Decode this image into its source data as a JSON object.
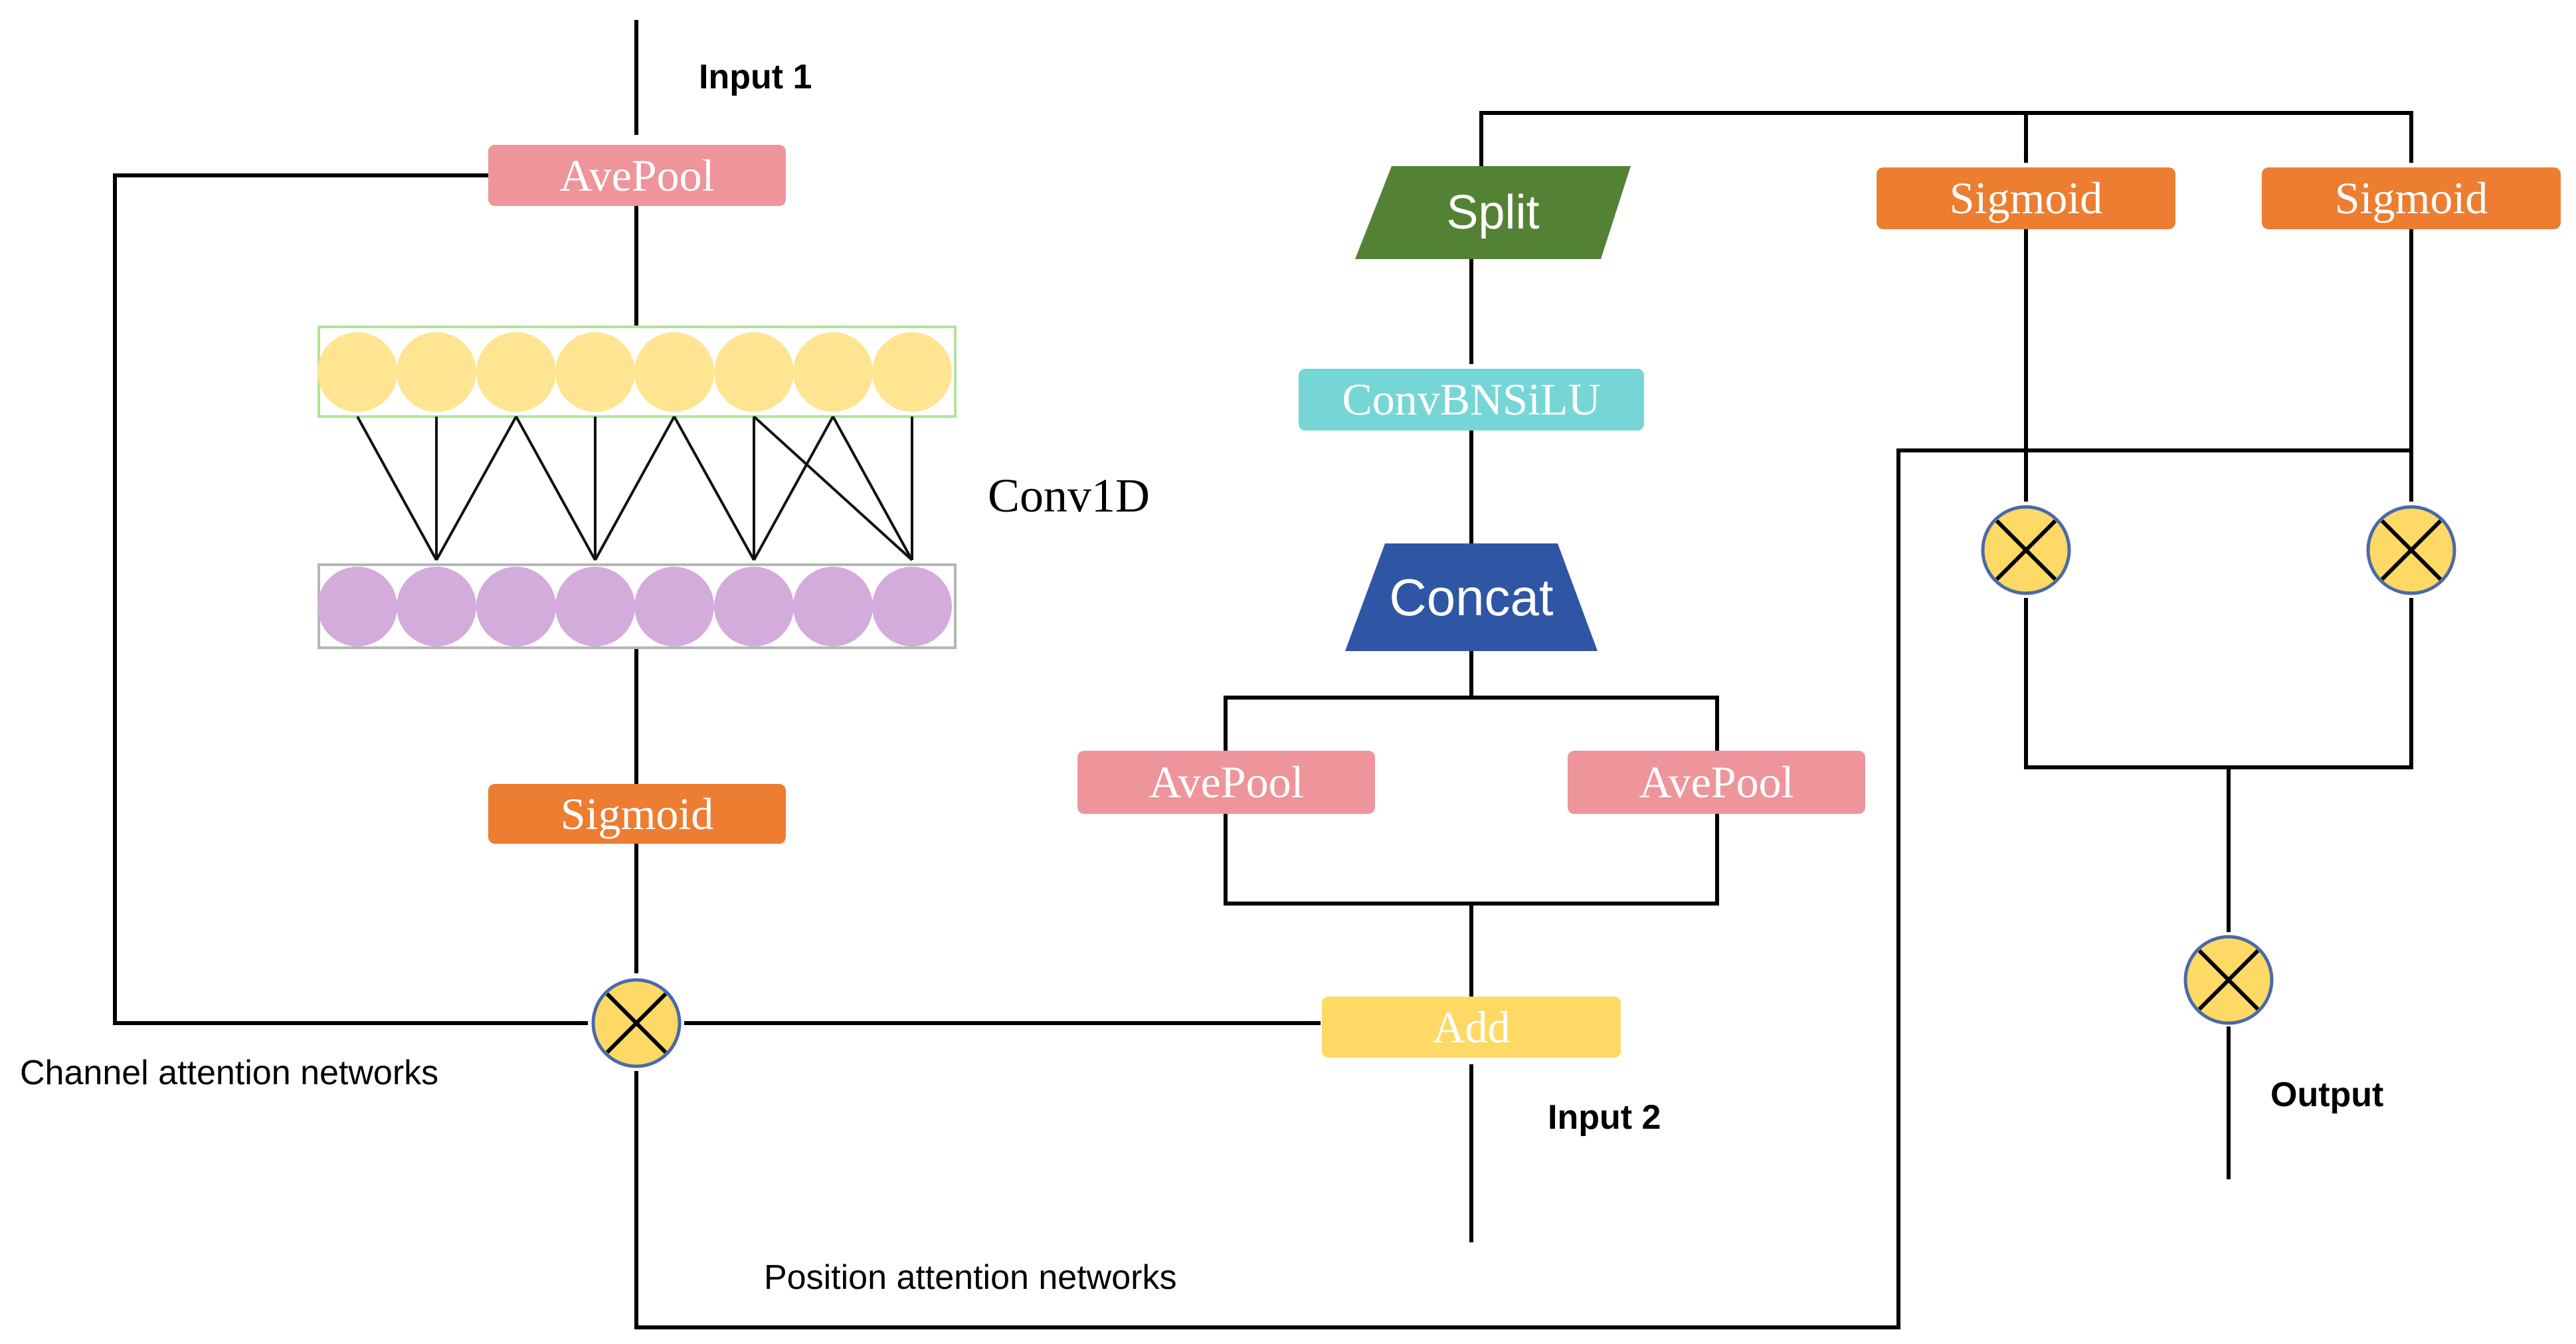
{
  "colors": {
    "pink": "#ee949b",
    "orange": "#ed7d31",
    "yellow": "#ffd966",
    "cyan": "#76d6d6",
    "green": "#548235",
    "blue": "#2f55a5",
    "circle_yellow": "#ffe591",
    "circle_purple": "#d3acdb",
    "multiply_fill": "#ffd966"
  },
  "labels": {
    "input1": "Input 1",
    "input2": "Input 2",
    "output": "Output",
    "conv1d": "Conv1D",
    "channel_attention": "Channel attention networks",
    "position_attention": "Position attention networks"
  },
  "blocks": {
    "avepool_top": "AvePool",
    "sigmoid_left": "Sigmoid",
    "avepool_mid_left": "AvePool",
    "avepool_mid_right": "AvePool",
    "add": "Add",
    "concat": "Concat",
    "convbnsilu": "ConvBNSiLU",
    "split": "Split",
    "sigmoid_right_1": "Sigmoid",
    "sigmoid_right_2": "Sigmoid"
  },
  "icons": {
    "multiply": "multiply-circle-icon",
    "arrow": "arrow-head-icon"
  }
}
